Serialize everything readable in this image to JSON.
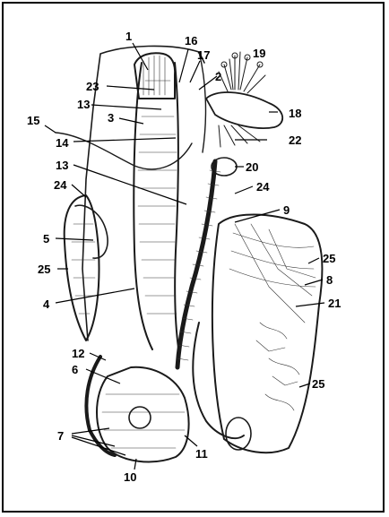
{
  "figure": {
    "labels": [
      "1",
      "16",
      "17",
      "19",
      "2",
      "23",
      "13",
      "18",
      "3",
      "15",
      "22",
      "14",
      "13",
      "20",
      "24",
      "24",
      "9",
      "5",
      "25",
      "25",
      "8",
      "4",
      "21",
      "12",
      "6",
      "25",
      "7",
      "11",
      "10"
    ],
    "colors": {
      "ink": "#1a1a1a",
      "background": "#ffffff",
      "frame": "#000000"
    }
  }
}
